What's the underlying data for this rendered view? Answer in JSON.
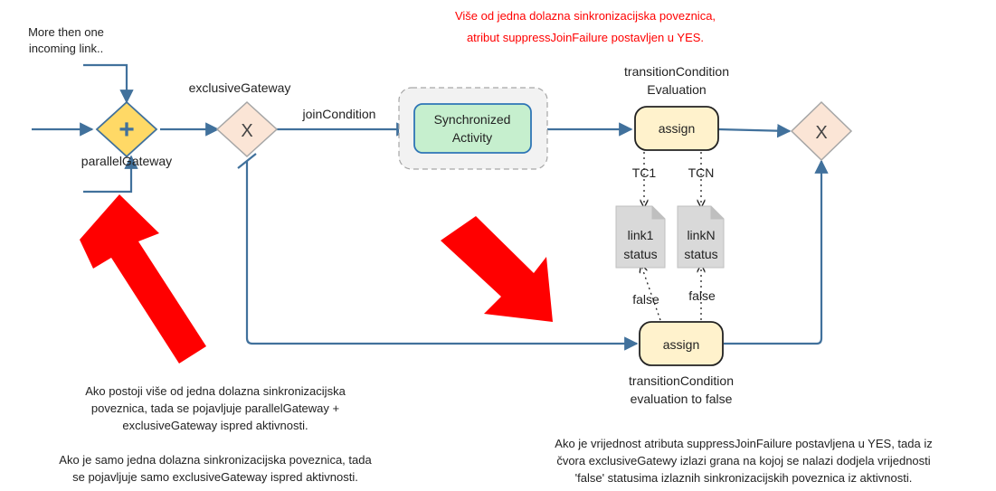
{
  "labels": {
    "incoming_line1": "More then one",
    "incoming_line2": "incoming link..",
    "exclusive_gateway": "exclusiveGateway",
    "parallel_gateway": "parallelGateway",
    "join_condition": "joinCondition",
    "sync_line1": "Synchronized",
    "sync_line2": "Activity",
    "tc_eval_line1": "transitionCondition",
    "tc_eval_line2": "Evaluation",
    "assign_top": "assign",
    "assign_bottom": "assign",
    "tc1": "TC1",
    "tcn": "TCN",
    "link1_line1": "link1",
    "link1_line2": "status",
    "linkn_line1": "linkN",
    "linkn_line2": "status",
    "false1": "false",
    "false2": "false",
    "tc_false_line1": "transitionCondition",
    "tc_false_line2": "evaluation to false",
    "gateway_x_symbol": "X",
    "gateway_plus_symbol": "+"
  },
  "notes": {
    "top_red_line1": "Više od jedna dolazna sinkronizacijska poveznica,",
    "top_red_line2": "atribut suppressJoinFailure postavljen u YES.",
    "left1_line1": "Ako postoji više od jedna dolazna sinkronizacijska",
    "left1_line2": "poveznica, tada se pojavljuje parallelGateway +",
    "left1_line3": "exclusiveGateway ispred aktivnosti.",
    "left2_line1": "Ako je samo jedna dolazna sinkronizacijska poveznica, tada",
    "left2_line2": "se pojavljuje samo exclusiveGateway ispred aktivnosti.",
    "right_line1": "Ako je vrijednost atributa suppressJoinFailure postavljena u YES, tada iz",
    "right_line2": "čvora exclusiveGatewy izlazi grana na kojoj se nalazi dodjela vrijednosti",
    "right_line3": "'false' statusima izlaznih sinkronizacijskih poveznica iz aktivnosti."
  },
  "colors": {
    "flow": "#41719c",
    "gateway_parallel": "#ffd966",
    "gateway_exclusive": "#fbe5d6",
    "activity_fill": "#c6efce",
    "activity_border": "#2e75b6",
    "assign_fill": "#fff2cc",
    "group_fill": "#f2f2f2",
    "doc_fill": "#d9d9d9",
    "arrow_red": "#ff0000",
    "note_red": "#ff0000"
  },
  "icons": {
    "big_arrow_left": "red-arrow-up-icon",
    "big_arrow_right": "red-arrow-down-right-icon"
  }
}
